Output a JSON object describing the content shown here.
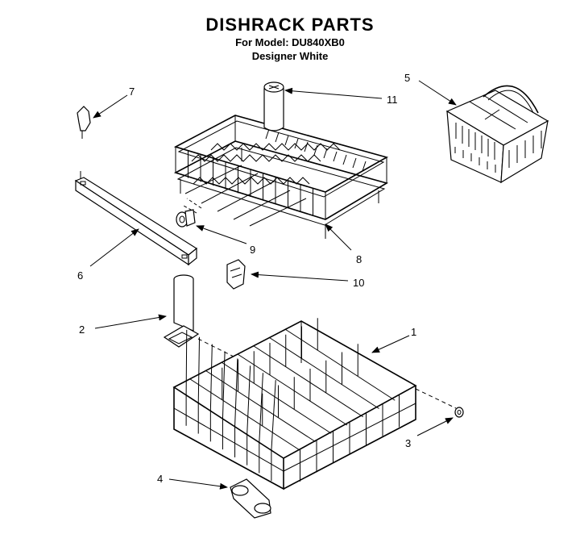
{
  "header": {
    "title": "DISHRACK PARTS",
    "model_line": "For Model: DU840XB0",
    "color_line": "Designer White"
  },
  "callouts": [
    {
      "id": "1",
      "label": "1"
    },
    {
      "id": "2",
      "label": "2"
    },
    {
      "id": "3",
      "label": "3"
    },
    {
      "id": "4",
      "label": "4"
    },
    {
      "id": "5",
      "label": "5"
    },
    {
      "id": "6",
      "label": "6"
    },
    {
      "id": "7",
      "label": "7"
    },
    {
      "id": "8",
      "label": "8"
    },
    {
      "id": "9",
      "label": "9"
    },
    {
      "id": "10",
      "label": "10"
    },
    {
      "id": "11",
      "label": "11"
    }
  ]
}
